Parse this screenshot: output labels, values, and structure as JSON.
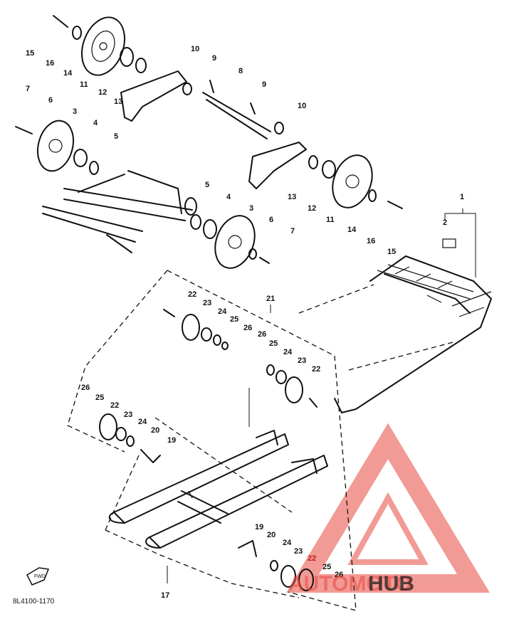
{
  "diagram_code": "8L4100-1170",
  "arrow_label": "FWD",
  "watermark": {
    "part1": "AUTOMOTO",
    "part2": "HUB"
  },
  "callouts": {
    "c15": "15",
    "c16": "16",
    "c14": "14",
    "c11": "11",
    "c12": "12",
    "c13": "13",
    "c7": "7",
    "c6": "6",
    "c3": "3",
    "c4": "4",
    "c5": "5",
    "c10a": "10",
    "c9a": "9",
    "c8": "8",
    "c9b": "9",
    "c10b": "10",
    "c5b": "5",
    "c4b": "4",
    "c3b": "3",
    "c6b": "6",
    "c7b": "7",
    "c13b": "13",
    "c12b": "12",
    "c11b": "11",
    "c14b": "14",
    "c16b": "16",
    "c15b": "15",
    "c1": "1",
    "c2": "2",
    "c21": "21",
    "c22a": "22",
    "c23a": "23",
    "c24a": "24",
    "c25a": "25",
    "c26a": "26",
    "c26b": "26",
    "c25b": "25",
    "c24b": "24",
    "c23b": "23",
    "c22b": "22",
    "c26c": "26",
    "c25c": "25",
    "c22c": "22",
    "c23c": "23",
    "c24c": "24",
    "c20a": "20",
    "c19a": "19",
    "c19b": "19",
    "c20b": "20",
    "c24d": "24",
    "c23d": "23",
    "c22d": "22",
    "c25d": "25",
    "c26d": "26",
    "c17": "17"
  }
}
